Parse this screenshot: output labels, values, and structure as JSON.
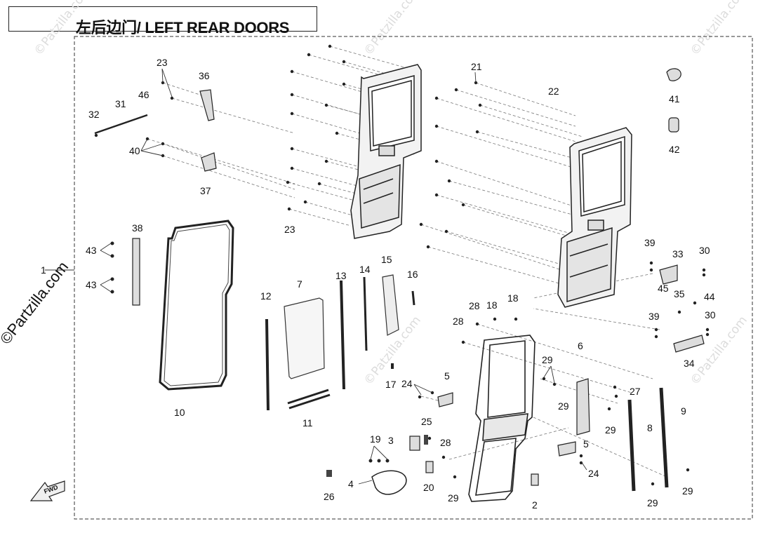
{
  "title": "左后边门/ LEFT REAR DOORS",
  "watermark": "©Patzilla.com",
  "brand": "©Partzilla.com",
  "fwd": "FWD",
  "callouts": [
    {
      "id": "c1",
      "text": "1"
    },
    {
      "id": "c2",
      "text": "2"
    },
    {
      "id": "c3",
      "text": "3"
    },
    {
      "id": "c4",
      "text": "4"
    },
    {
      "id": "c5a",
      "text": "5"
    },
    {
      "id": "c5b",
      "text": "5"
    },
    {
      "id": "c6",
      "text": "6"
    },
    {
      "id": "c7",
      "text": "7"
    },
    {
      "id": "c8",
      "text": "8"
    },
    {
      "id": "c9",
      "text": "9"
    },
    {
      "id": "c10",
      "text": "10"
    },
    {
      "id": "c11",
      "text": "11"
    },
    {
      "id": "c12",
      "text": "12"
    },
    {
      "id": "c13",
      "text": "13"
    },
    {
      "id": "c14",
      "text": "14"
    },
    {
      "id": "c15",
      "text": "15"
    },
    {
      "id": "c16",
      "text": "16"
    },
    {
      "id": "c17",
      "text": "17"
    },
    {
      "id": "c18a",
      "text": "18"
    },
    {
      "id": "c18b",
      "text": "18"
    },
    {
      "id": "c19",
      "text": "19"
    },
    {
      "id": "c20",
      "text": "20"
    },
    {
      "id": "c21",
      "text": "21"
    },
    {
      "id": "c22",
      "text": "22"
    },
    {
      "id": "c23a",
      "text": "23"
    },
    {
      "id": "c23b",
      "text": "23"
    },
    {
      "id": "c24a",
      "text": "24"
    },
    {
      "id": "c24b",
      "text": "24"
    },
    {
      "id": "c25",
      "text": "25"
    },
    {
      "id": "c26",
      "text": "26"
    },
    {
      "id": "c27",
      "text": "27"
    },
    {
      "id": "c28a",
      "text": "28"
    },
    {
      "id": "c28b",
      "text": "28"
    },
    {
      "id": "c28c",
      "text": "28"
    },
    {
      "id": "c29a",
      "text": "29"
    },
    {
      "id": "c29b",
      "text": "29"
    },
    {
      "id": "c29c",
      "text": "29"
    },
    {
      "id": "c29d",
      "text": "29"
    },
    {
      "id": "c29e",
      "text": "29"
    },
    {
      "id": "c29f",
      "text": "29"
    },
    {
      "id": "c30a",
      "text": "30"
    },
    {
      "id": "c30b",
      "text": "30"
    },
    {
      "id": "c31",
      "text": "31"
    },
    {
      "id": "c32",
      "text": "32"
    },
    {
      "id": "c33",
      "text": "33"
    },
    {
      "id": "c34",
      "text": "34"
    },
    {
      "id": "c35",
      "text": "35"
    },
    {
      "id": "c36",
      "text": "36"
    },
    {
      "id": "c37",
      "text": "37"
    },
    {
      "id": "c38",
      "text": "38"
    },
    {
      "id": "c39a",
      "text": "39"
    },
    {
      "id": "c39b",
      "text": "39"
    },
    {
      "id": "c40",
      "text": "40"
    },
    {
      "id": "c41",
      "text": "41"
    },
    {
      "id": "c42",
      "text": "42"
    },
    {
      "id": "c43a",
      "text": "43"
    },
    {
      "id": "c43b",
      "text": "43"
    },
    {
      "id": "c44",
      "text": "44"
    },
    {
      "id": "c45",
      "text": "45"
    },
    {
      "id": "c46",
      "text": "46"
    }
  ]
}
